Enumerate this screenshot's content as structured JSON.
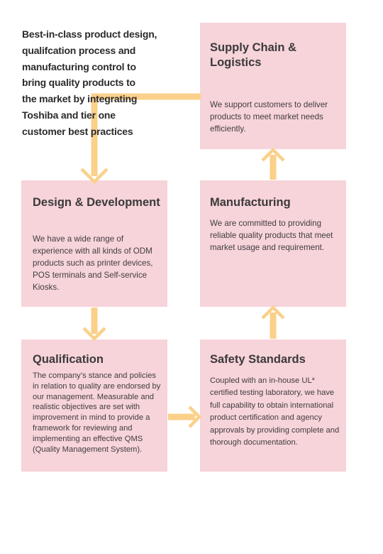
{
  "intro": {
    "lines": [
      "Best-in-class  product design,",
      "qualifcation process and",
      "manufacturing control to",
      "bring quality products  to",
      "the market by integrating",
      "Toshiba and tier  one",
      "customer best practices"
    ]
  },
  "steps": {
    "supply_chain": {
      "title": "Supply Chain  & Logistics",
      "text": "We support  customers  to deliver products to meet market needs efficiently."
    },
    "design": {
      "title": "Design & Development",
      "text": "We have  a wide range of experience  with all kinds of ODM products  such as printer devices,  POS terminals  and Self-service  Kiosks."
    },
    "manufacturing": {
      "title": "Manufacturing",
      "text": "We are committed to providing reliable quality products that meet market usage and requirement."
    },
    "qualification": {
      "title": "Qualification",
      "text": "The company’s stance  and policies  in relation to quality are  endorsed by our management.  Measurable and realistic  objectives are set with improvement  in mind to provide a framework for reviewing and implementing  an effective QMS (Quality Management System)."
    },
    "safety": {
      "title": "Safety Standards",
      "text": "Coupled with an in-house UL* certified testing laboratory, we have full capability to obtain international  product certification and agency approvals by providing complete and thorough  documentation."
    }
  },
  "colors": {
    "box_fill": "#f7d3da",
    "arrow": "#fbd08a",
    "text": "#3a3a3a"
  }
}
